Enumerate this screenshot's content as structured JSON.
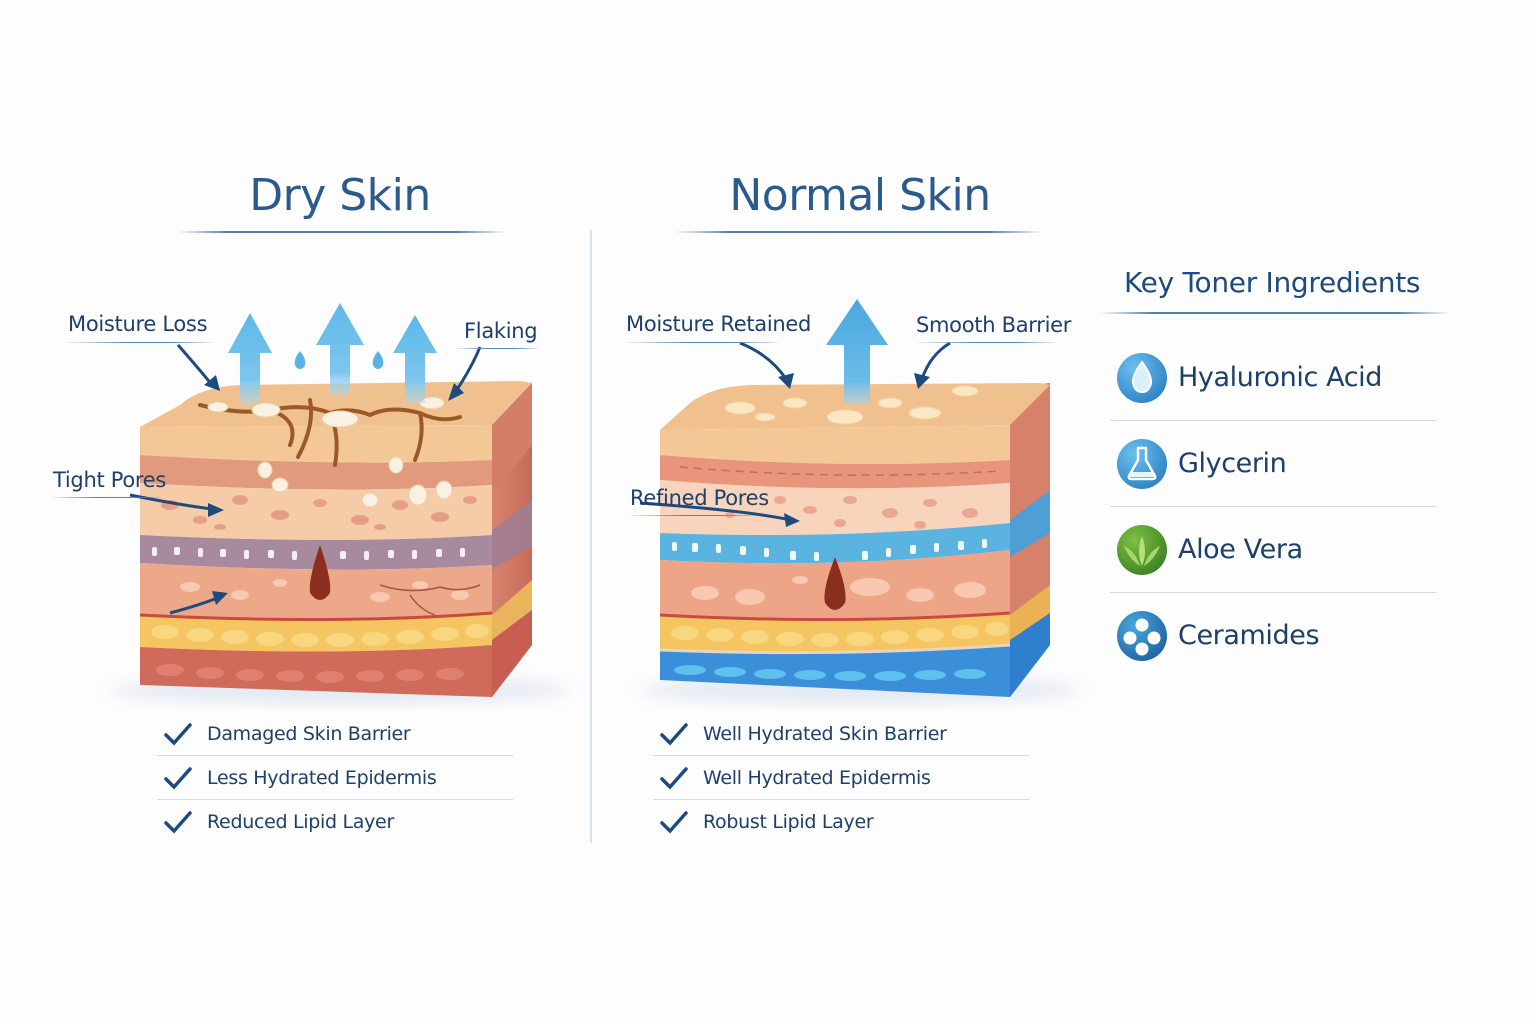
{
  "dry": {
    "title": "Dry Skin",
    "labels": {
      "moisture_loss": "Moisture Loss",
      "flaking": "Flaking",
      "tight_pores": "Tight Pores"
    },
    "checklist": [
      "Damaged Skin Barrier",
      "Less Hydrated Epidermis",
      "Reduced Lipid Layer"
    ]
  },
  "normal": {
    "title": "Normal Skin",
    "labels": {
      "moisture_retained": "Moisture Retained",
      "smooth_barrier": "Smooth Barrier",
      "refined_pores": "Refined Pores"
    },
    "checklist": [
      "Well Hydrated Skin Barrier",
      "Well Hydrated Epidermis",
      "Robust Lipid Layer"
    ]
  },
  "ingredients": {
    "title": "Key Toner Ingredients",
    "items": [
      {
        "name": "Hyaluronic Acid",
        "icon": "water-drop-icon",
        "color": "#3a8fd0"
      },
      {
        "name": "Glycerin",
        "icon": "flask-icon",
        "color": "#3a8fd0"
      },
      {
        "name": "Aloe Vera",
        "icon": "aloe-leaf-icon",
        "color": "#4e9a2e"
      },
      {
        "name": "Ceramides",
        "icon": "ceramide-dots-icon",
        "color": "#2f86c4"
      }
    ]
  },
  "colors": {
    "heading": "#2c5a8c",
    "text": "#1d3f6b",
    "arrow_blue": "#5cb8e8",
    "skin_top": "#f4c896",
    "dry_barrier": "#a88a9e",
    "normal_barrier": "#5bb3e0",
    "fat_layer": "#f4c560",
    "dry_base": "#d06a5a",
    "normal_base": "#3a8fd8"
  }
}
